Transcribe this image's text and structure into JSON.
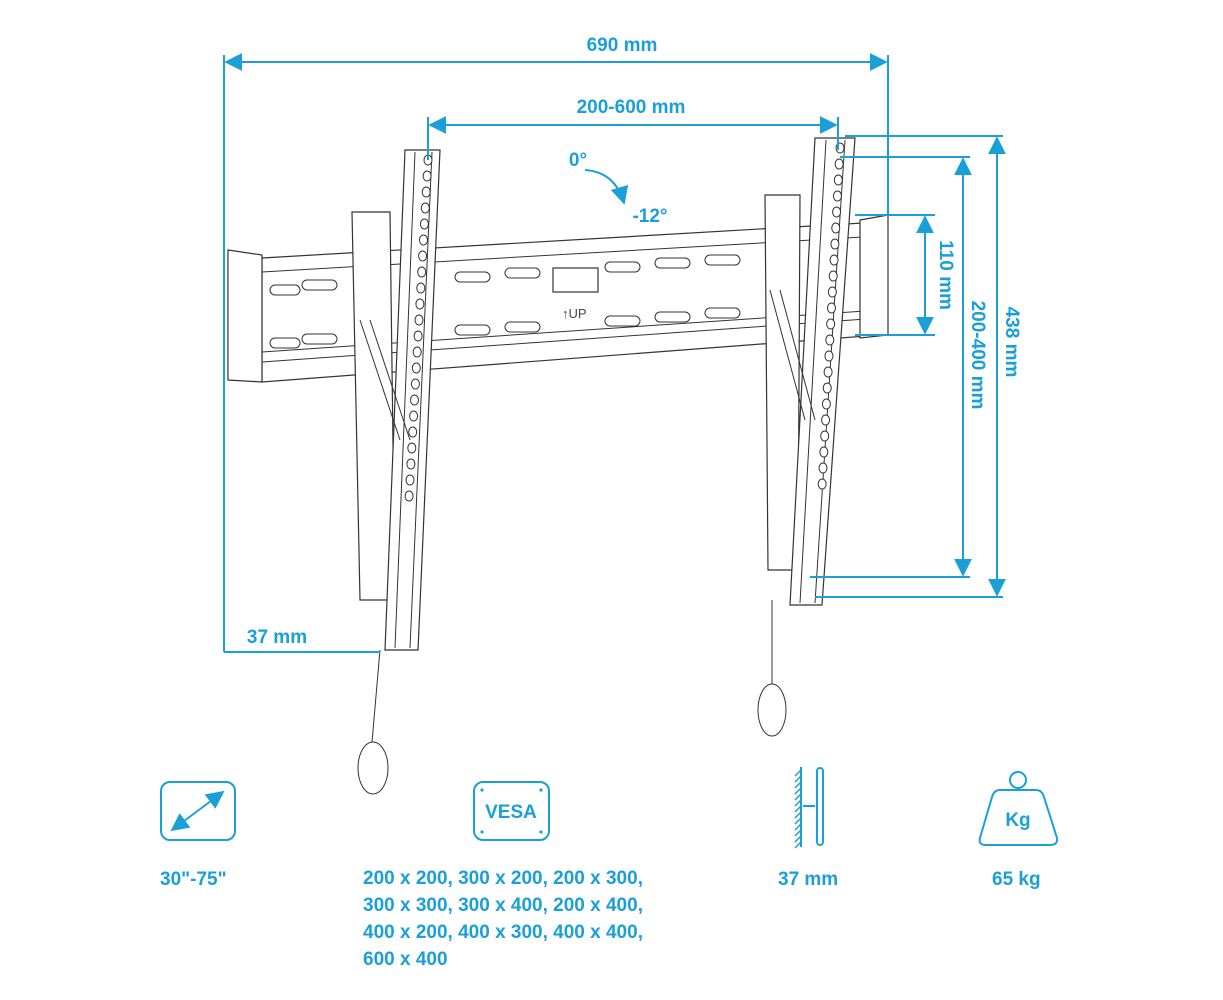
{
  "colors": {
    "accent": "#1a9fd9",
    "line": "#333333"
  },
  "dimensions": {
    "total_width": "690 mm",
    "vesa_horizontal": "200-600 mm",
    "tilt_start": "0°",
    "tilt_end": "-12°",
    "rail_height": "110 mm",
    "vesa_vertical": "200-400 mm",
    "total_height": "438 mm",
    "wall_distance": "37 mm",
    "rail_label": "↑UP"
  },
  "specs": {
    "screen_size": {
      "icon": "diagonal-arrow-icon",
      "value": "30\"-75\""
    },
    "vesa": {
      "icon": "vesa-icon",
      "icon_label": "VESA",
      "lines": [
        "200 x 200, 300 x 200, 200 x 300,",
        "300 x 300, 300 x 400, 200 x 400,",
        "400 x 200, 400 x 300, 400 x 400,",
        "600 x 400"
      ]
    },
    "profile": {
      "icon": "wall-distance-icon",
      "value": "37 mm"
    },
    "weight": {
      "icon": "weight-icon",
      "icon_label": "Kg",
      "value": "65 kg"
    }
  }
}
